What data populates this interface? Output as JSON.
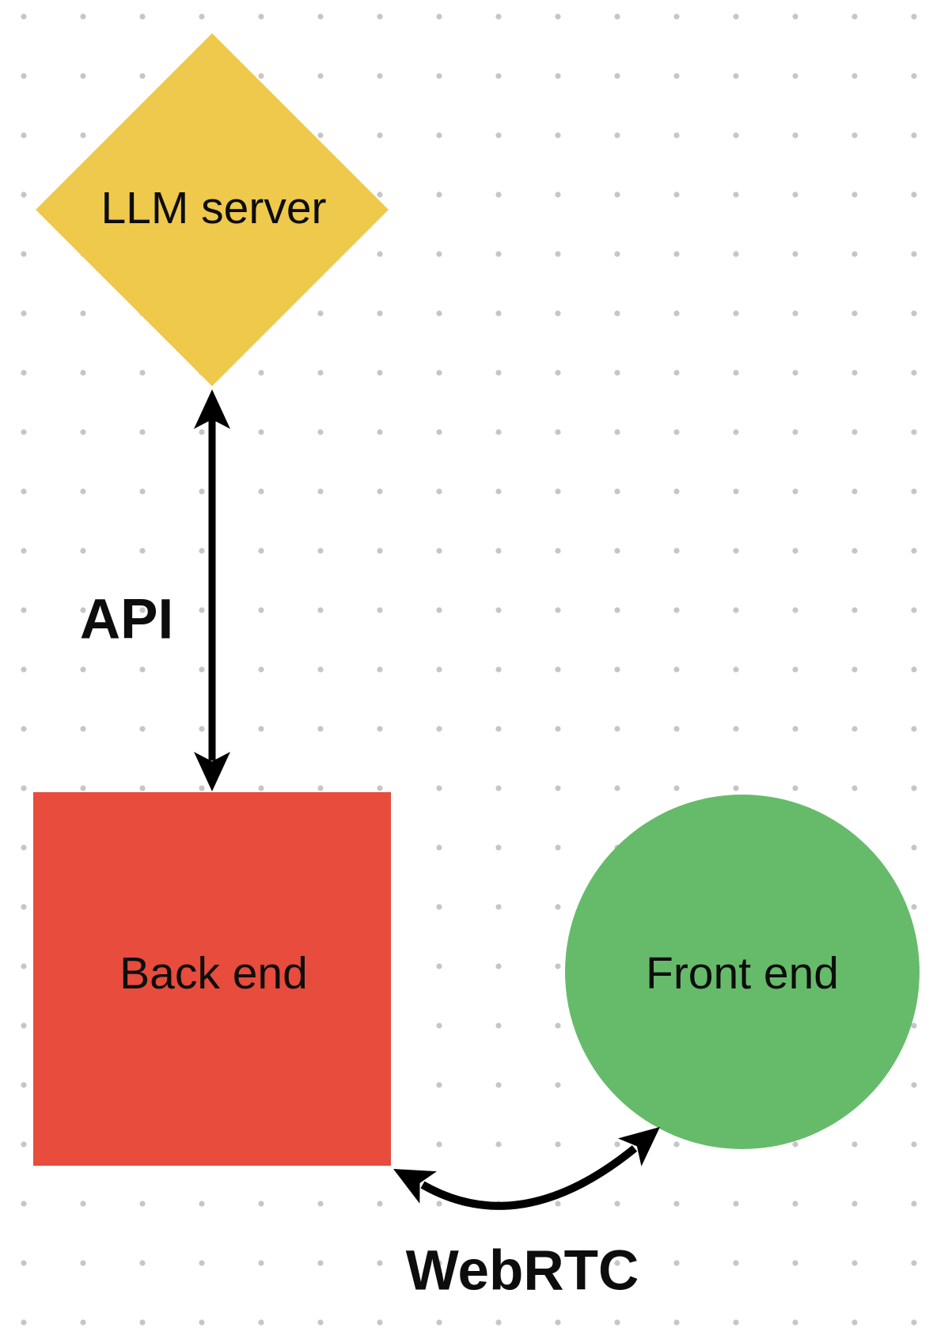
{
  "diagram": {
    "title": "",
    "nodes": [
      {
        "id": "llm-server",
        "label": "LLM server",
        "shape": "diamond",
        "color": "#EFC94C"
      },
      {
        "id": "back-end",
        "label": "Back end",
        "shape": "square",
        "color": "#E74C3C"
      },
      {
        "id": "front-end",
        "label": "Front end",
        "shape": "circle",
        "color": "#66BB6A"
      }
    ],
    "edges": [
      {
        "id": "api",
        "label": "API",
        "from": "llm-server",
        "to": "back-end",
        "arrowheads": "both",
        "line": "straight-vertical"
      },
      {
        "id": "webrtc",
        "label": "WebRTC",
        "from": "back-end",
        "to": "front-end",
        "arrowheads": "both",
        "line": "curved"
      }
    ],
    "colors": {
      "background": "#ffffff",
      "dot": "#C6C6C6",
      "arrow": "#000000",
      "text": "#0d0d0d"
    }
  }
}
